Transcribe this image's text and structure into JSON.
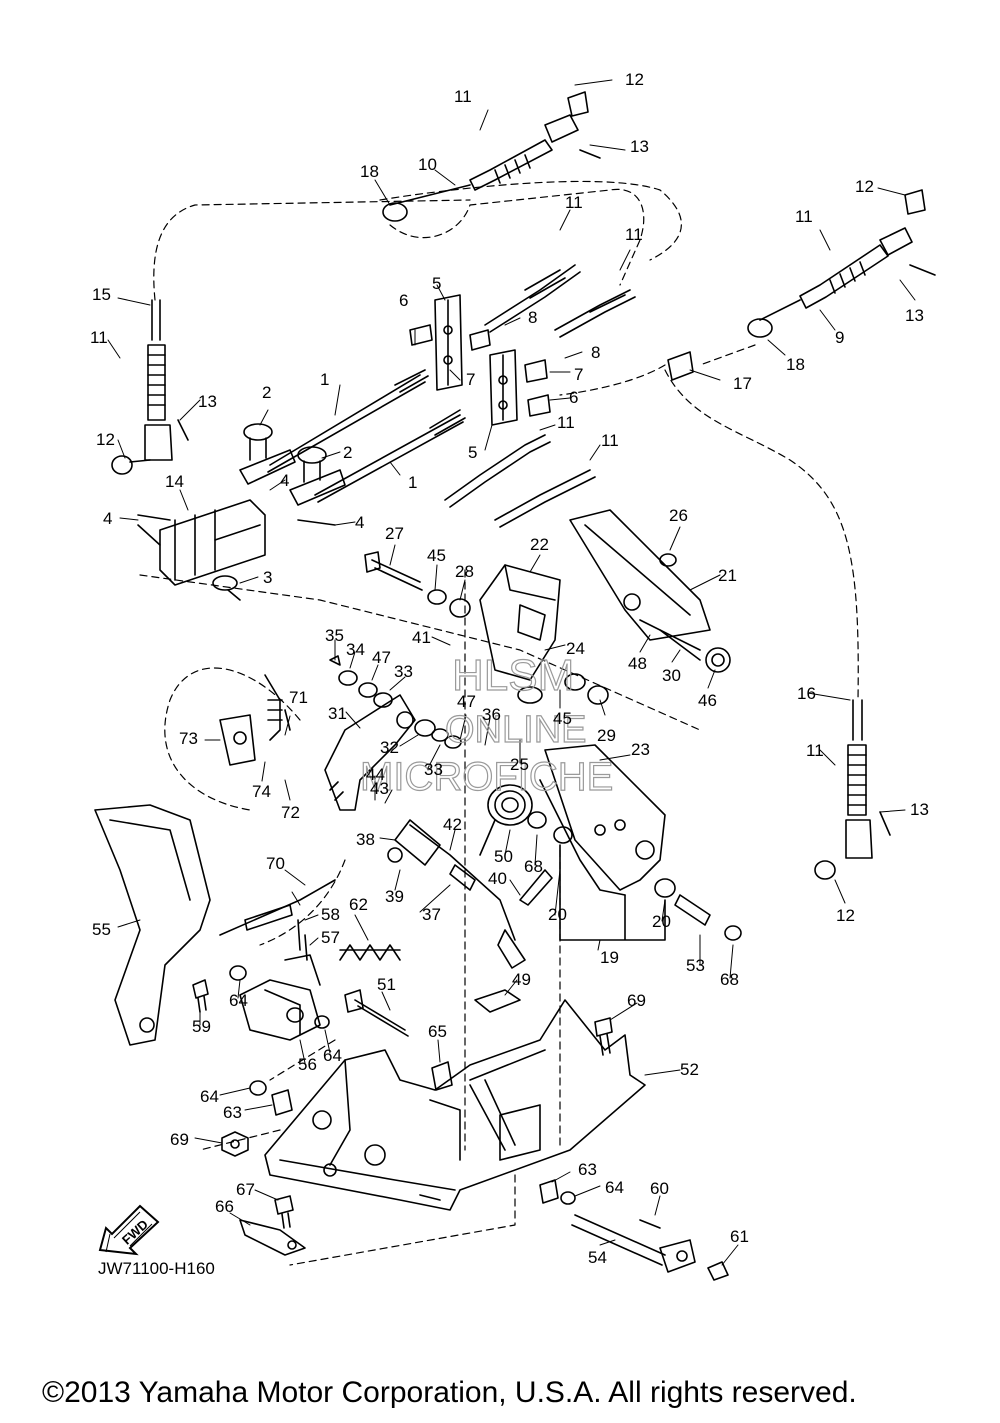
{
  "diagram": {
    "code": "JW71100-H160",
    "copyright": "©2013 Yamaha Motor Corporation, U.S.A. All rights reserved.",
    "direction_arrow": "FWD",
    "watermark": [
      "HLSM",
      "ONLINE",
      "MICROFICHE"
    ],
    "callouts": [
      "1",
      "2",
      "3",
      "4",
      "5",
      "6",
      "7",
      "8",
      "9",
      "10",
      "11",
      "12",
      "13",
      "14",
      "15",
      "16",
      "17",
      "18",
      "19",
      "20",
      "21",
      "22",
      "23",
      "24",
      "25",
      "26",
      "27",
      "28",
      "29",
      "30",
      "31",
      "32",
      "33",
      "34",
      "35",
      "36",
      "37",
      "38",
      "39",
      "40",
      "41",
      "42",
      "43",
      "44",
      "45",
      "46",
      "47",
      "48",
      "49",
      "50",
      "51",
      "52",
      "53",
      "54",
      "55",
      "56",
      "57",
      "58",
      "59",
      "60",
      "61",
      "62",
      "63",
      "64",
      "65",
      "66",
      "67",
      "68",
      "69",
      "70",
      "71",
      "72",
      "73",
      "74"
    ]
  },
  "colors": {
    "line": "#000000",
    "watermark": "#9a9a9a",
    "background": "#ffffff"
  }
}
